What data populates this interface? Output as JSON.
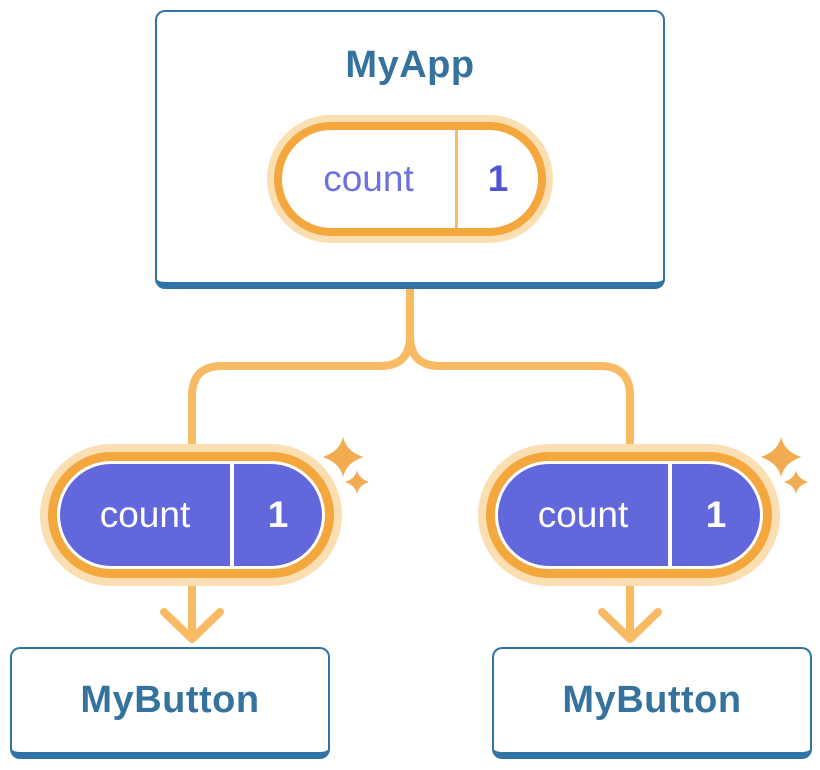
{
  "theme": {
    "background": "#ffffff",
    "card_border": "#3073A5",
    "heading_text": "#35739E",
    "line_orange": "#F8BA62",
    "pill_border_orange": "#F4A73C",
    "pill_glow": "#FBDFB2",
    "sparkle": "#F2AB50",
    "pill_purple": "#6367DC",
    "state_name_text": "#6D71DE",
    "state_value_text": "#5054D2",
    "pill_white_text": "#ffffff"
  },
  "tree": {
    "root": {
      "title": "MyApp",
      "state": {
        "name": "count",
        "value": "1"
      }
    },
    "children": [
      {
        "title": "MyButton",
        "prop": {
          "name": "count",
          "value": "1"
        }
      },
      {
        "title": "MyButton",
        "prop": {
          "name": "count",
          "value": "1"
        }
      }
    ]
  },
  "icons": {
    "sparkle": "sparkle-icon",
    "arrow": "arrow-down-icon",
    "connector": "tree-connector-lines"
  }
}
